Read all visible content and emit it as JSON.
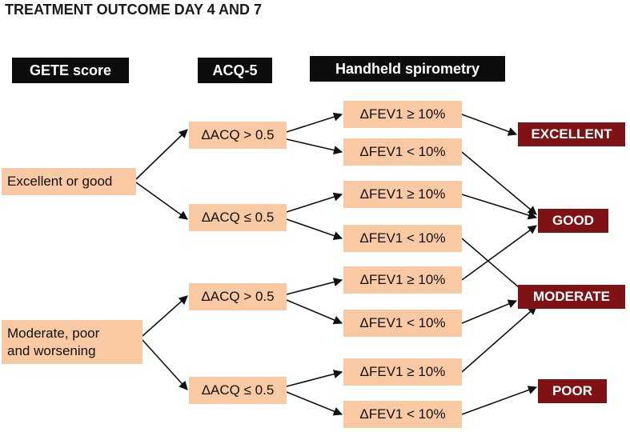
{
  "title": "TREATMENT OUTCOME DAY 4 AND 7",
  "headers": {
    "gete": "GETE score",
    "acq": "ACQ-5",
    "spirometry": "Handheld spirometry"
  },
  "gete_nodes": {
    "good": "Excellent or good",
    "poor_line1": "Moderate, poor",
    "poor_line2": "and worsening"
  },
  "acq_nodes": {
    "gt": "ΔACQ > 0.5",
    "le": "ΔACQ ≤ 0.5"
  },
  "fev_nodes": {
    "ge": "ΔFEV1 ≥ 10%",
    "lt": "ΔFEV1 < 10%"
  },
  "outcomes": {
    "excellent": "EXCELLENT",
    "good": "GOOD",
    "moderate": "MODERATE",
    "poor": "POOR"
  }
}
